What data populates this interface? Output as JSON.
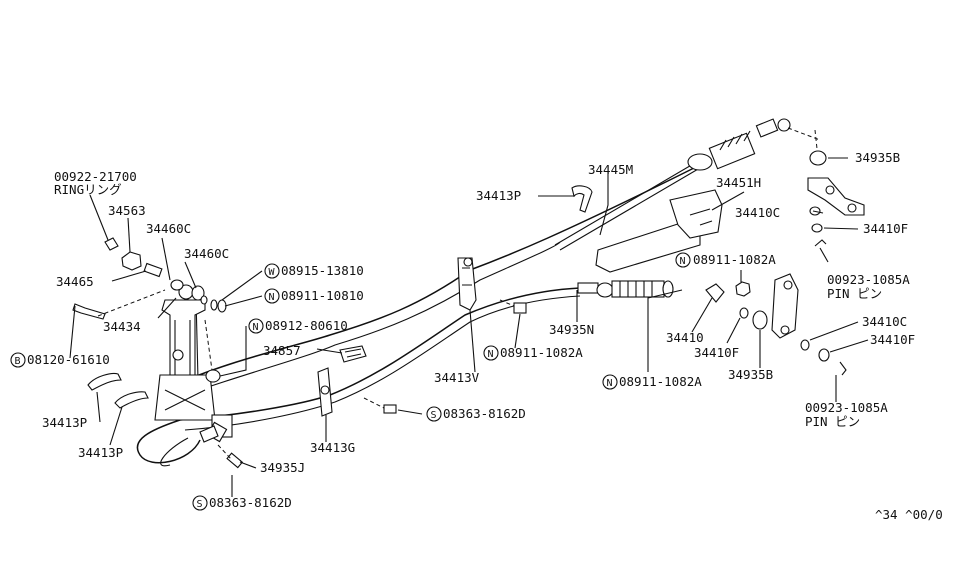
{
  "labels": {
    "p_00922_21700": "00922-21700",
    "ring": "RINGリング",
    "p_34563": "34563",
    "p_34460C_a": "34460C",
    "p_34460C_b": "34460C",
    "p_34465": "34465",
    "p_34434": "34434",
    "p_08120_61610": "08120-61610",
    "p_08915_13810": "08915-13810",
    "p_08911_10810": "08911-10810",
    "p_08912_80610": "08912-80610",
    "p_34857": "34857",
    "p_34413P_a": "34413P",
    "p_34413P_b": "34413P",
    "p_34413P_c": "34413P",
    "p_34935J": "34935J",
    "p_08363_8162D_a": "08363-8162D",
    "p_08363_8162D_b": "08363-8162D",
    "p_34413G": "34413G",
    "p_34413V": "34413V",
    "p_34445M": "34445M",
    "p_34935N": "34935N",
    "p_08911_1082A_a": "08911-1082A",
    "p_08911_1082A_b": "08911-1082A",
    "p_08911_1082A_c": "08911-1082A",
    "p_34451H": "34451H",
    "p_34410C_a": "34410C",
    "p_34410C_b": "34410C",
    "p_34410F_a": "34410F",
    "p_34410F_b": "34410F",
    "p_34410F_c": "34410F",
    "p_34935B_a": "34935B",
    "p_34935B_b": "34935B",
    "p_00923_1085A_a": "00923-1085A",
    "p_00923_1085A_b": "00923-1085A",
    "pin_a": "PIN ピン",
    "pin_b": "PIN ピン",
    "p_34410": "34410",
    "code": "^34 ^00/0"
  },
  "circle_letters": {
    "W": "W",
    "N": "N",
    "B": "B",
    "S": "S"
  }
}
